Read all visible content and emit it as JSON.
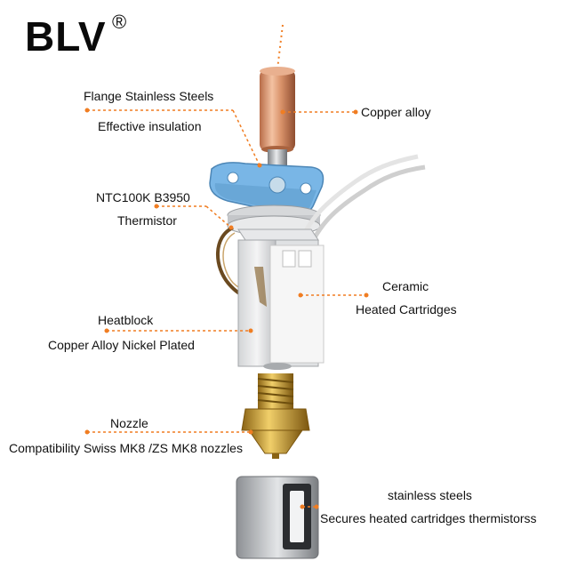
{
  "brand": {
    "name": "BLV",
    "mark": "®"
  },
  "labels": {
    "flange_title": "Flange Stainless Steels",
    "flange_sub": "Effective insulation",
    "copper": "Copper alloy",
    "thermistor_title": "NTC100K B3950",
    "thermistor_sub": "Thermistor",
    "ceramic_title": "Ceramic",
    "ceramic_sub": "Heated Cartridges",
    "heatblock_title": "Heatblock",
    "heatblock_sub": "Copper Alloy Nickel Plated",
    "nozzle_title": "Nozzle",
    "nozzle_sub": "Compatibility Swiss MK8 /ZS MK8 nozzles",
    "sock_title": "stainless steels",
    "sock_sub": "Secures heated cartridges thermistorss"
  },
  "colors": {
    "leader": "#f07d22",
    "copper": "#d9926a",
    "flange": "#79b6e6",
    "brass": "#c99a2c",
    "ceramic": "#f1f1f1",
    "steel": "#b9bcbf"
  }
}
